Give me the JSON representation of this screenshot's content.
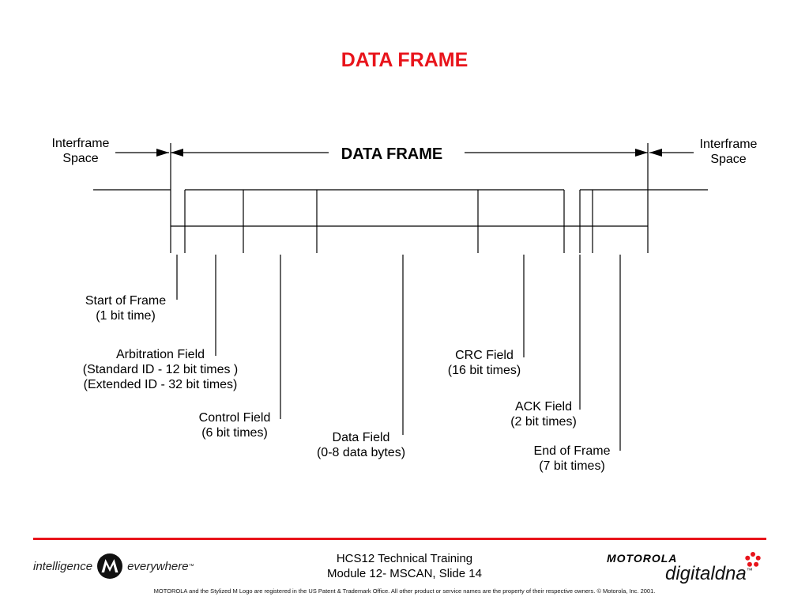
{
  "slide": {
    "title": "DATA FRAME"
  },
  "diagram": {
    "frame_label": "DATA FRAME",
    "left_gap": [
      "Interframe",
      "Space"
    ],
    "right_gap": [
      "Interframe",
      "Space"
    ],
    "fields": {
      "start_of_frame": [
        "Start of Frame",
        "(1 bit time)"
      ],
      "arbitration": [
        "Arbitration Field",
        "(Standard ID - 12 bit times )",
        "(Extended ID - 32 bit times)"
      ],
      "control": [
        "Control Field",
        "(6 bit times)"
      ],
      "data": [
        "Data Field",
        "(0-8 data bytes)"
      ],
      "crc": [
        "CRC Field",
        "(16 bit times)"
      ],
      "ack": [
        "ACK Field",
        "(2 bit times)"
      ],
      "end_of_frame": [
        "End of Frame",
        "(7 bit times)"
      ]
    }
  },
  "footer": {
    "slogan_left": "intelligence",
    "slogan_right": "everywhere",
    "trademark": "™",
    "course_line1": "HCS12 Technical Training",
    "course_line2": "Module 12- MSCAN, Slide 14",
    "brand": "MOTOROLA",
    "product": "digitaldna",
    "legal": "MOTOROLA and the Stylized M Logo are registered in the US Patent & Trademark Office. All other  product or service names are the property of their respective owners.  © Motorola, Inc. 2001."
  },
  "colors": {
    "accent": "#e8141b",
    "line": "#000000"
  }
}
